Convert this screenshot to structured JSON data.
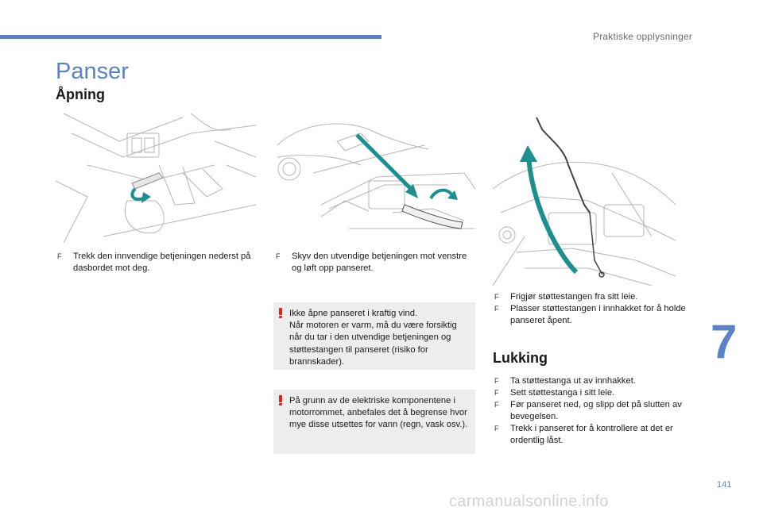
{
  "header": {
    "section": "Praktiske opplysninger"
  },
  "title": "Panser",
  "opening": {
    "heading": "Åpning",
    "step1": [
      "Trekk den innvendige betjeningen nederst på dasbordet mot deg."
    ],
    "step2": [
      "Skyv den utvendige betjeningen mot venstre og løft opp panseret."
    ],
    "step3": [
      "Frigjør støttestangen fra sitt leie.",
      "Plasser støttestangen i innhakket for å holde panseret åpent."
    ]
  },
  "warnings": [
    "Ikke åpne panseret i kraftig vind.\nNår motoren er varm, må du være forsiktig når du tar i den utvendige betjeningen og støttestangen til panseret (risiko for brannskader).",
    "På grunn av de elektriske komponentene i motorrommet, anbefales det å begrense hvor mye disse utsettes for vann (regn, vask osv.)."
  ],
  "closing": {
    "heading": "Lukking",
    "steps": [
      "Ta støttestanga ut av innhakket.",
      "Sett støttestanga i sitt leie.",
      "Før panseret ned, og slipp det på slutten av bevegelsen.",
      "Trekk i panseret for å kontrollere at det er ordentlig låst."
    ]
  },
  "bullet_glyph": "F",
  "chapter": "7",
  "page_number": "141",
  "watermark": "carmanualsonline.info",
  "colors": {
    "accent": "#5a82c6",
    "bar": "#5b7fc7",
    "arrow": "#1e8f8f",
    "warning": "#e2231a",
    "warn_bg": "#eceeee"
  },
  "icons": {
    "warning": "warning-icon",
    "bullet": "bullet-f-icon"
  }
}
